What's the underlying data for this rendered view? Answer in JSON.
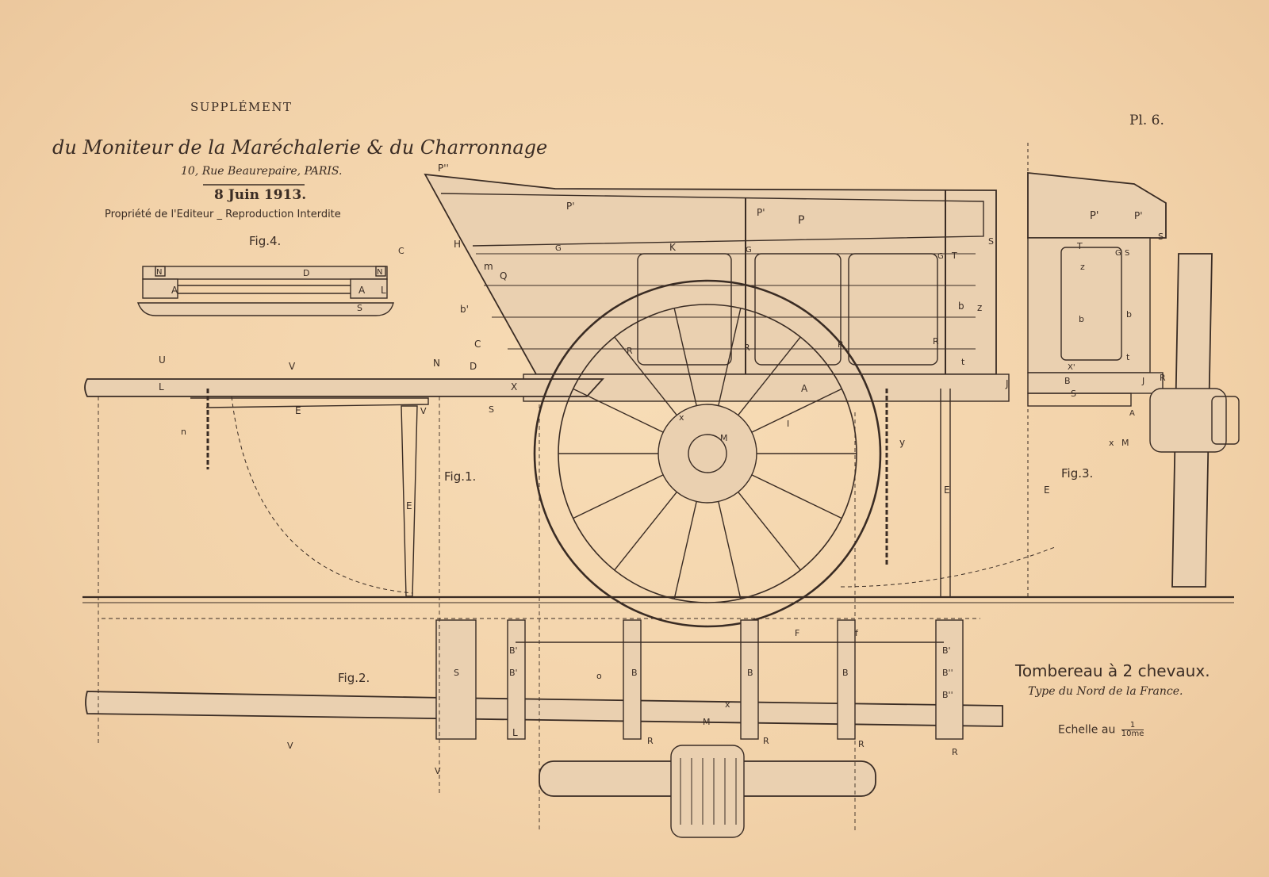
{
  "header": {
    "supplement": "SUPPLÉMENT",
    "journal": "du Moniteur de la Maréchalerie & du Charronnage",
    "address": "10, Rue Beaurepaire, PARIS.",
    "date": "8 Juin 1913.",
    "rights": "Propriété de l'Editeur _ Reproduction Interdite"
  },
  "plate_number": "Pl. 6.",
  "title": "Tombereau à 2 chevaux.",
  "subtitle": "Type du Nord de la France.",
  "scale": {
    "label": "Echelle au",
    "numerator": "1",
    "denominator": "10me"
  },
  "figures": {
    "fig1": "Fig.1.",
    "fig2": "Fig.2.",
    "fig3": "Fig.3.",
    "fig4": "Fig.4."
  },
  "part_labels": {
    "fig4": [
      "N",
      "N",
      "C",
      "D",
      "A",
      "A",
      "L",
      "S"
    ],
    "fig1": [
      "P''",
      "P",
      "P'",
      "P'",
      "H",
      "K",
      "G",
      "G",
      "G",
      "T",
      "S",
      "Q",
      "m",
      "b'",
      "C",
      "N",
      "D",
      "U",
      "V",
      "L",
      "X",
      "A",
      "E",
      "S",
      "R",
      "R",
      "R",
      "R",
      "b",
      "z",
      "J",
      "n",
      "V",
      "I",
      "M",
      "x",
      "y",
      "E",
      "E",
      "t"
    ],
    "fig3": [
      "P'",
      "P'",
      "S",
      "T",
      "G",
      "S",
      "z",
      "b",
      "b",
      "X'",
      "t",
      "B",
      "S",
      "J",
      "R",
      "A",
      "x",
      "M",
      "E"
    ],
    "fig2": [
      "F",
      "f",
      "B'",
      "B'",
      "B'",
      "B''",
      "S",
      "o",
      "B",
      "B",
      "B",
      "B''",
      "L",
      "M",
      "x",
      "V",
      "V",
      "R",
      "R",
      "R",
      "R"
    ]
  },
  "colors": {
    "paper": "#f3d5ad",
    "ink": "#3a2c24",
    "wood": "#ead0b0"
  }
}
